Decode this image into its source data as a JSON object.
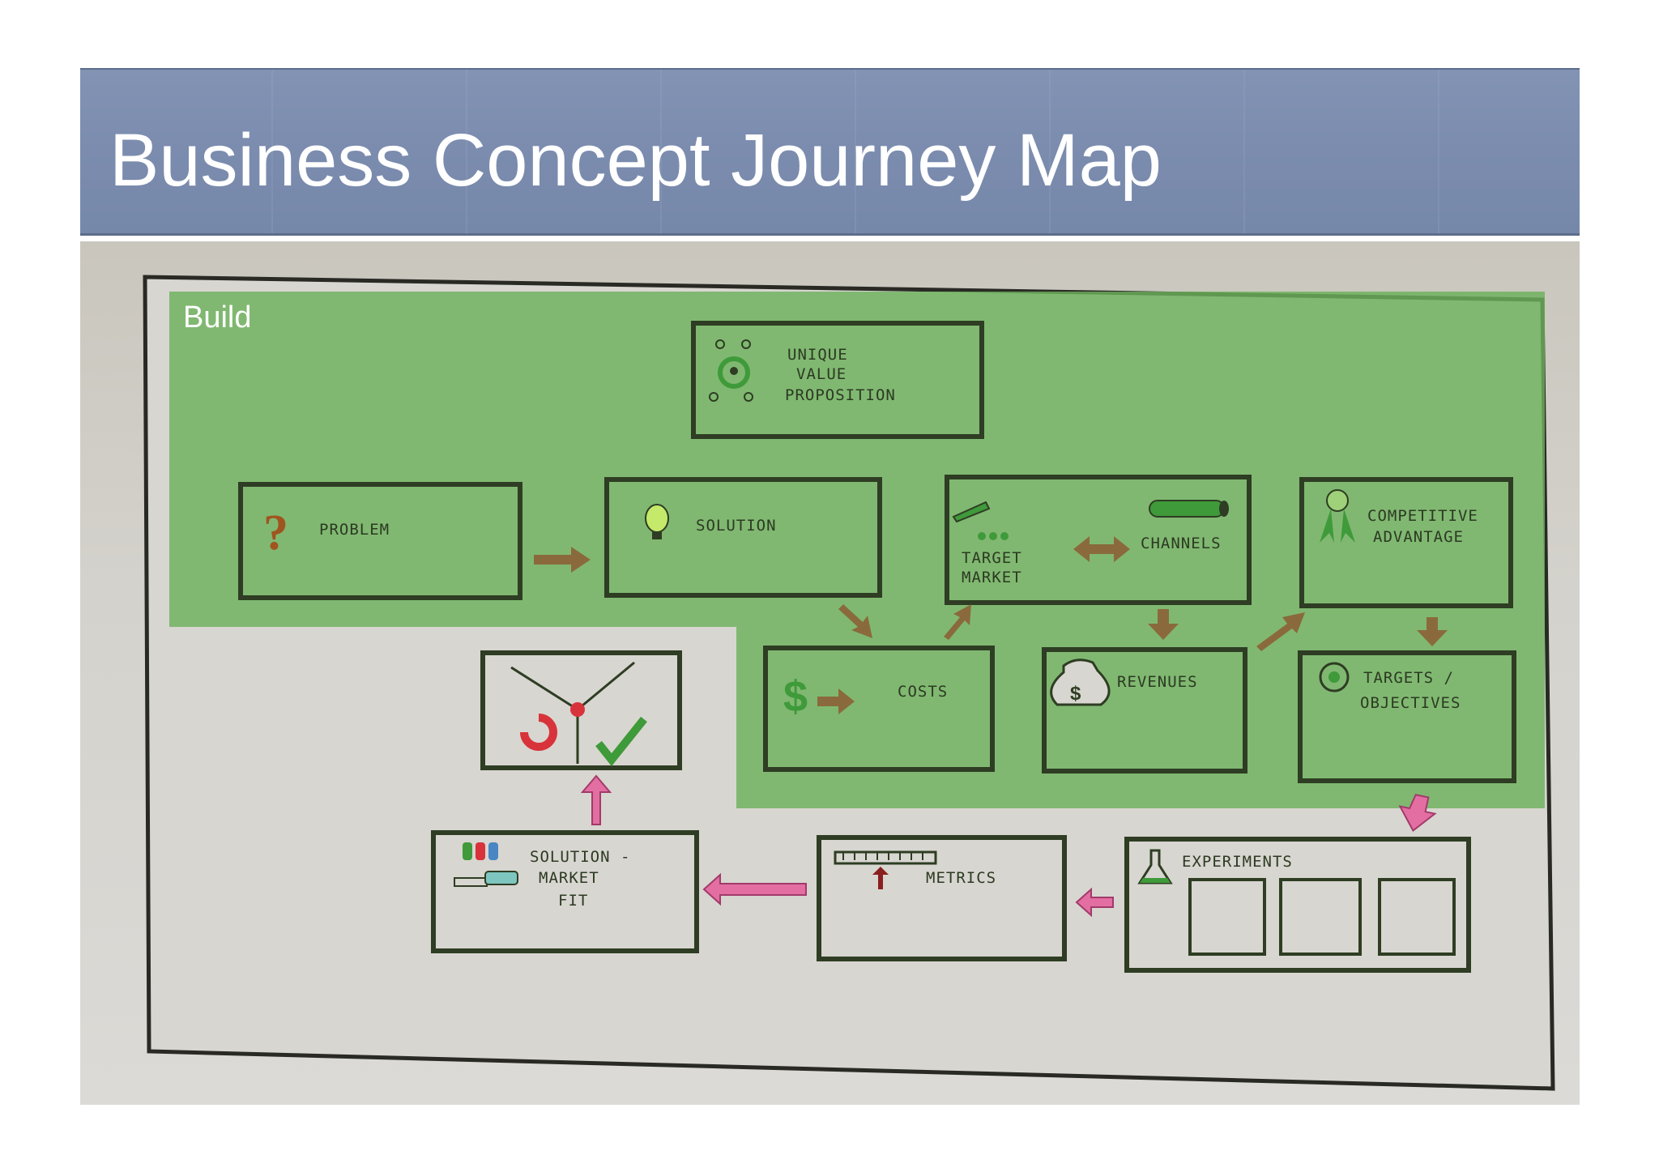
{
  "title": "Business Concept Journey Map",
  "photo": {
    "section_label": "Build",
    "cards": {
      "uvp": [
        "UNIQUE",
        "VALUE",
        "PROPOSITION"
      ],
      "problem": "PROBLEM",
      "solution": "SOLUTION",
      "target_market": [
        "TARGET",
        "MARKET"
      ],
      "channels": "CHANNELS",
      "competitive_advantage": [
        "COMPETITIVE",
        "ADVANTAGE"
      ],
      "costs": "COSTS",
      "revenues": "REVENUES",
      "targets_objectives": [
        "TARGETS /",
        "OBJECTIVES"
      ],
      "solution_market_fit": [
        "SOLUTION -",
        "MARKET",
        "FIT"
      ],
      "metrics": "METRICS",
      "experiments": "EXPERIMENTS"
    },
    "colors": {
      "build_overlay": "#6fb05e",
      "ink": "#2e3d23",
      "arrow_brown": "#8a6a3c",
      "arrow_pink": "#e36fa2",
      "icon_green": "#3f9a3a",
      "icon_red": "#d8333b"
    }
  }
}
